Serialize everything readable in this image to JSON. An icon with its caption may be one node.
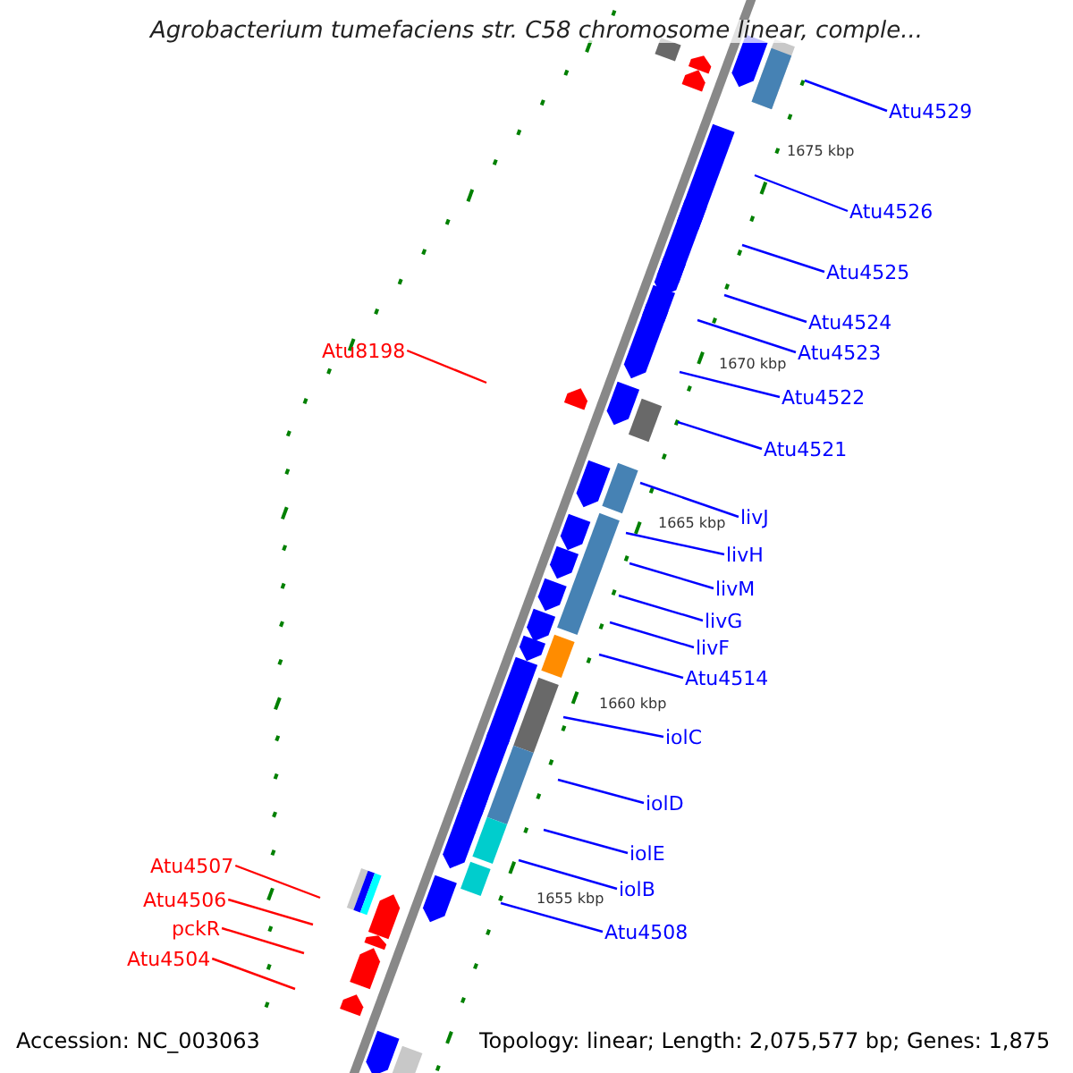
{
  "diagram": {
    "title": "Agrobacterium tumefaciens str. C58 chromosome linear, comple...",
    "nodes": [
      {
        "text": [
          "Atu4529"
        ]
      },
      {
        "text": [
          "Atu4526"
        ]
      },
      {
        "text": [
          "Atu4525"
        ]
      },
      {
        "text": [
          "Atu4524"
        ]
      },
      {
        "text": [
          "Atu4523"
        ]
      },
      {
        "text": [
          "Atu8198"
        ]
      },
      {
        "text": [
          "Atu4522"
        ]
      },
      {
        "text": [
          "Atu4521"
        ]
      },
      {
        "text": [
          "livJ"
        ]
      },
      {
        "text": [
          "livH"
        ]
      },
      {
        "text": [
          "livM"
        ]
      },
      {
        "text": [
          "livG"
        ]
      },
      {
        "text": [
          "livF"
        ]
      },
      {
        "text": [
          "Atu4514"
        ]
      },
      {
        "text": [
          "iolC"
        ]
      },
      {
        "text": [
          "iolD"
        ]
      },
      {
        "text": [
          "Atu4507"
        ]
      },
      {
        "text": [
          "iolE"
        ]
      },
      {
        "text": [
          "Atu4506"
        ]
      },
      {
        "text": [
          "iolB"
        ]
      },
      {
        "text": [
          "pckR"
        ]
      },
      {
        "text": [
          "Atu4508"
        ]
      },
      {
        "text": [
          "Atu4504"
        ]
      }
    ],
    "edges": [
      {
        "from": 0,
        "to": null,
        "arrow": "none"
      },
      {
        "from": 1,
        "to": null,
        "arrow": "none"
      },
      {
        "from": 2,
        "to": null,
        "arrow": "none"
      },
      {
        "from": 3,
        "to": null,
        "arrow": "none"
      },
      {
        "from": 4,
        "to": null,
        "arrow": "none"
      },
      {
        "from": 5,
        "to": null,
        "arrow": "none",
        "color": "#ff0000"
      },
      {
        "from": 6,
        "to": null,
        "arrow": "none"
      },
      {
        "from": 7,
        "to": null,
        "arrow": "none"
      },
      {
        "from": 8,
        "to": null,
        "arrow": "none"
      },
      {
        "from": 9,
        "to": null,
        "arrow": "none"
      },
      {
        "from": 10,
        "to": null,
        "arrow": "none"
      },
      {
        "from": 11,
        "to": null,
        "arrow": "none"
      },
      {
        "from": 12,
        "to": null,
        "arrow": "none"
      },
      {
        "from": 13,
        "to": null,
        "arrow": "none"
      },
      {
        "from": 14,
        "to": null,
        "arrow": "none"
      },
      {
        "from": 15,
        "to": null,
        "arrow": "none"
      },
      {
        "from": 16,
        "to": null,
        "arrow": "none",
        "color": "#ff0000"
      },
      {
        "from": 17,
        "to": null,
        "arrow": "none"
      },
      {
        "from": 18,
        "to": null,
        "arrow": "none",
        "color": "#ff0000"
      },
      {
        "from": 19,
        "to": null,
        "arrow": "none"
      },
      {
        "from": 20,
        "to": null,
        "arrow": "none",
        "color": "#ff0000"
      },
      {
        "from": 21,
        "to": null,
        "arrow": "none"
      },
      {
        "from": 22,
        "to": null,
        "arrow": "none",
        "color": "#ff0000"
      }
    ],
    "labels": [
      "1675 kbp",
      "1670 kbp",
      "1665 kbp",
      "1660 kbp",
      "1655 kbp",
      "Accession: NC_003063",
      "Topology: linear; Length: 2,075,577 bp; Genes: 1,875"
    ]
  }
}
